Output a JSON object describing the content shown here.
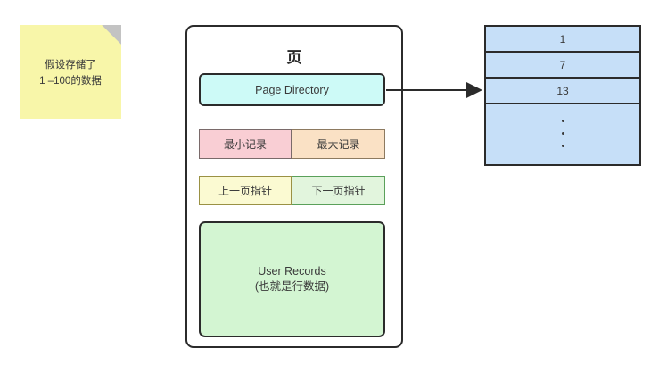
{
  "note": {
    "text_line1": "假设存储了",
    "text_line2": "1 –100的数据",
    "bg_color": "#f8f6a9",
    "fold_color": "#c3c3c3"
  },
  "page": {
    "title": "页",
    "page_directory": {
      "label": "Page Directory",
      "color": "#cdfaf7"
    },
    "record_row": {
      "min_label": "最小记录",
      "min_color": "#f9ced4",
      "max_label": "最大记录",
      "max_color": "#fae1c5"
    },
    "pointer_row": {
      "prev_label": "上一页指针",
      "prev_color": "#fbfad2",
      "next_label": "下一页指针",
      "next_color": "#e2f5dd"
    },
    "user_records": {
      "label_en": "User Records",
      "label_cn": "(也就是行数据)",
      "color": "#d3f5d2"
    }
  },
  "directory_table": {
    "color": "#c6dff8",
    "rows": [
      {
        "value": "1"
      },
      {
        "value": "7"
      },
      {
        "value": "13"
      },
      {
        "value": ""
      }
    ],
    "ellipsis_dots": 3
  },
  "connector": {
    "from": "page-directory",
    "to": "directory-table-row-3",
    "color": "#2b2b2b"
  }
}
